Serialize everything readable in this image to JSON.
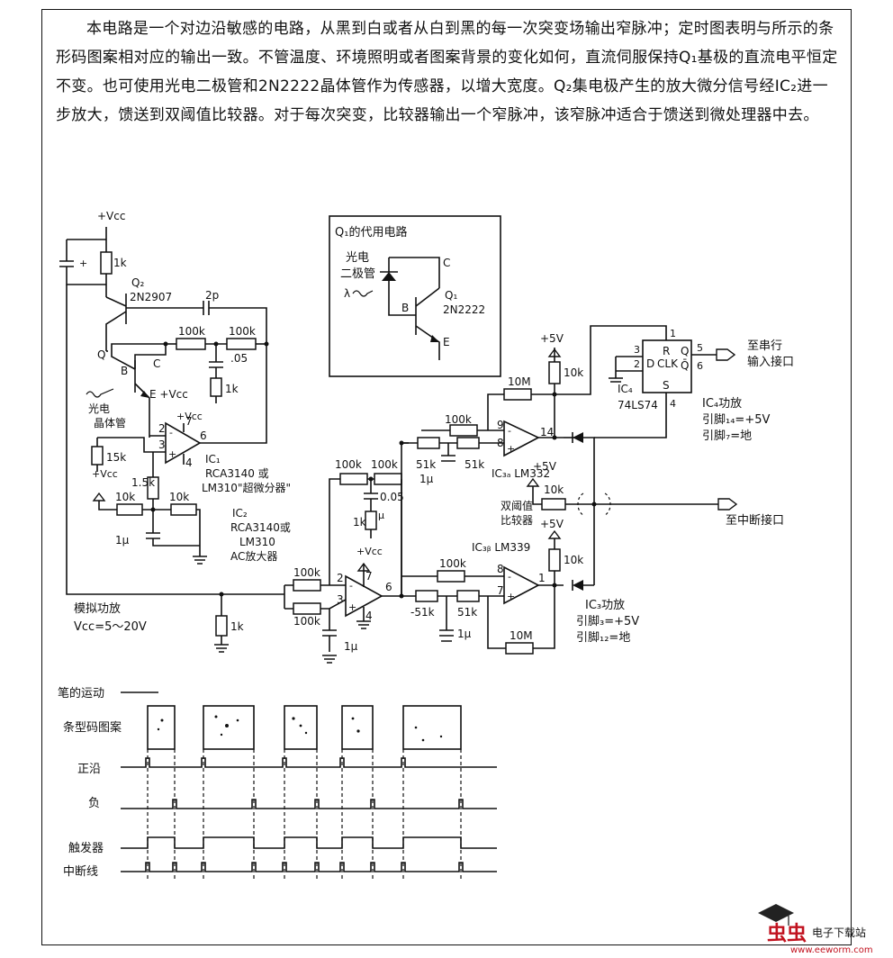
{
  "description": "本电路是一个对边沿敏感的电路，从黑到白或者从白到黑的每一次突变场输出窄脉冲；定时图表明与所示的条形码图案相对应的输出一致。不管温度、环境照明或者图案背景的变化如何，直流伺服保持Q₁基极的直流电平恒定不变。也可使用光电二极管和2N2222晶体管作为传感器，以增大宽度。Q₂集电极产生的放大微分信号经IC₂进一步放大，馈送到双阈值比较器。对于每次突变，比较器输出一个窄脉冲，该窄脉冲适合于馈送到微处理器中去。",
  "inset": {
    "title": "Q₁的代用电路",
    "photodiode_label_1": "光电",
    "photodiode_label_2": "二极管",
    "transistor": "Q₁",
    "transistor_type": "2N2222",
    "pin_c": "C",
    "pin_b": "B",
    "pin_e": "E",
    "lambda": "λ"
  },
  "labels": {
    "vcc_top": "+Vcc",
    "q2": "Q₂",
    "q2_type": "2N2907",
    "q_label": "Q",
    "b_label": "B",
    "c_label": "C",
    "e_label": "E",
    "e_vcc": "E +Vcc",
    "phototransistor_1": "光电",
    "phototransistor_2": "晶体管",
    "ic1": "IC₁",
    "ic1_desc_1": "RCA3140 或",
    "ic1_desc_2": "LM310\"超微分器\"",
    "ic2": "IC₂",
    "ic2_desc_1": "RCA3140或",
    "ic2_desc_2": "LM310",
    "ic2_desc_3": "AC放大器",
    "ic3a": "IC₃ₐ LM332",
    "ic3a_desc_1": "双阈值",
    "ic3a_desc_2": "比较器",
    "ic3b": "IC₃ᵦ LM339",
    "ic4": "IC₄",
    "ic4_type": "74LS74",
    "ic4_power_1": "IC₄功放",
    "ic4_power_2": "引脚₁₄=+5V",
    "ic4_power_3": "引脚₇=地",
    "ic3_power_1": "IC₃功放",
    "ic3_power_2": "引脚₃=+5V",
    "ic3_power_3": "引脚₁₂=地",
    "analog_power_1": "模拟功放",
    "analog_power_2": "Vcc=5～20V",
    "plus5v_1": "+5V",
    "plus5v_2": "+5V",
    "plus5v_3": "+5V",
    "vcc_ic1": "+Vcc",
    "vcc_ic2": "+Vcc",
    "vcc_left": "+Vcc",
    "to_serial_1": "至串行",
    "to_serial_2": "输入接口",
    "to_interrupt": "至中断接口",
    "ff_r": "R",
    "ff_d": "D",
    "ff_clk": "CLK",
    "ff_q": "Q",
    "ff_qbar": "Q̄",
    "ff_s": "S"
  },
  "components": {
    "r_1k_top": "1k",
    "c_2p": "2p",
    "r_100k_a": "100k",
    "r_100k_b": "100k",
    "c_05": ".05",
    "r_1k_mid": "1k",
    "r_15k": "15k",
    "r_1_5k": "1.5k",
    "r_10k_a": "10k",
    "r_10k_b": "10k",
    "c_1u_a": "1μ",
    "r_100k_c": "100k",
    "r_100k_d": "100k",
    "c_0_05": "0.05",
    "r_1k_ic2": "1k",
    "c_u": "μ",
    "r_100k_in1": "100k",
    "r_100k_in2": "100k",
    "r_1k_in": "1k",
    "c_1u_in": "1μ",
    "r_10m_top": "10M",
    "r_100k_top": "100k",
    "r_51k_a": "51k",
    "r_51k_b": "51k",
    "c_1u_b": "1μ",
    "r_10k_pu1": "10k",
    "r_10k_mid": "10k",
    "r_10k_pu2": "10k",
    "r_100k_bot": "100k",
    "r_51k_c": "-51k",
    "r_51k_d": "51k",
    "c_1u_c": "1μ",
    "r_10m_bot": "10M"
  },
  "pins": {
    "ic1_p2": "2",
    "ic1_p3": "3",
    "ic1_p7": "7",
    "ic1_p6": "6",
    "ic1_p4": "4",
    "ic2_p2": "2",
    "ic2_p3": "3",
    "ic2_p7": "7",
    "ic2_p6": "6",
    "ic2_p4": "4",
    "ic3a_p9": "9",
    "ic3a_p8": "8",
    "ic3a_p14": "14",
    "ic3b_p8": "8",
    "ic3b_p7": "7",
    "ic3b_p1": "1",
    "ff_p1": "1",
    "ff_p3": "3",
    "ff_p2": "2",
    "ff_p5": "5",
    "ff_p6": "6",
    "ff_p4": "4"
  },
  "timing": {
    "header": "笔的运动",
    "rows": [
      "条型码图案",
      "正沿",
      "负",
      "触发器",
      "中断线"
    ]
  },
  "watermark": {
    "brand": "虫虫",
    "brand_sub": "电子下载站",
    "url": "www.eeworm.com"
  }
}
